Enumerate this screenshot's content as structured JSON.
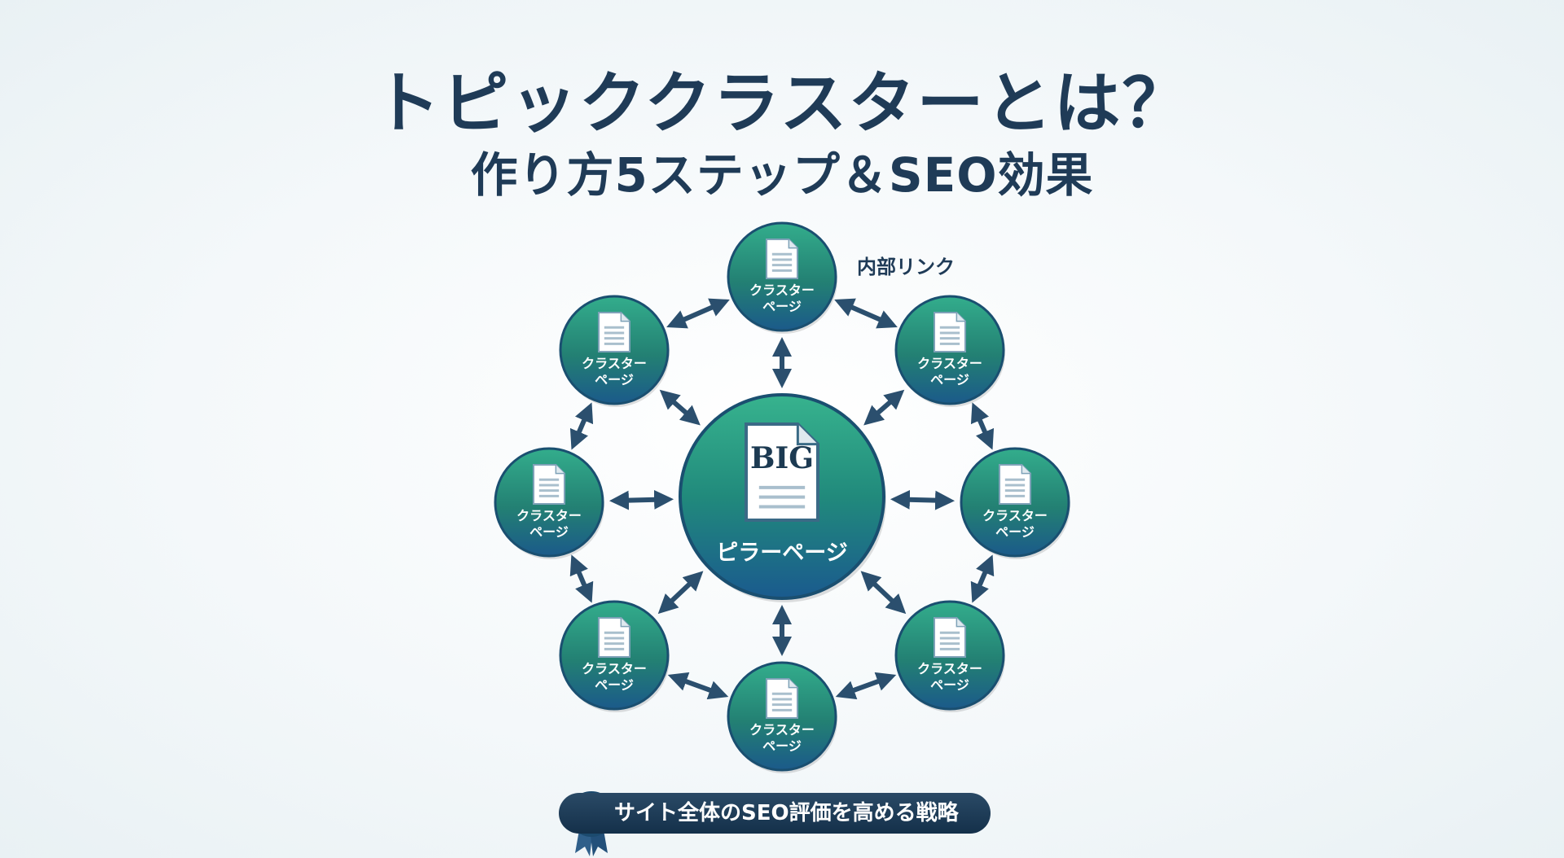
{
  "title": {
    "line1": "トピッククラスターとは？",
    "line2": "作り方5ステップ＆SEO効果"
  },
  "link_note": "内部リンク",
  "pillar": {
    "doc_label": "BIG",
    "label": "ピラーページ"
  },
  "clusters": [
    {
      "line1": "クラスター",
      "line2": "ページ"
    },
    {
      "line1": "クラスター",
      "line2": "ページ"
    },
    {
      "line1": "クラスター",
      "line2": "ページ"
    },
    {
      "line1": "クラスター",
      "line2": "ページ"
    },
    {
      "line1": "クラスター",
      "line2": "ページ"
    },
    {
      "line1": "クラスター",
      "line2": "ページ"
    },
    {
      "line1": "クラスター",
      "line2": "ページ"
    },
    {
      "line1": "クラスター",
      "line2": "ページ"
    }
  ],
  "banner": {
    "icon": "star-badge-icon",
    "text": "サイト全体のSEO評価を高める戦略"
  },
  "colors": {
    "title": "#1f3b57",
    "node_top": "#2fa58a",
    "node_bottom": "#1c5f8c",
    "arrow": "#2b4f6e",
    "banner": "#1a3650"
  }
}
